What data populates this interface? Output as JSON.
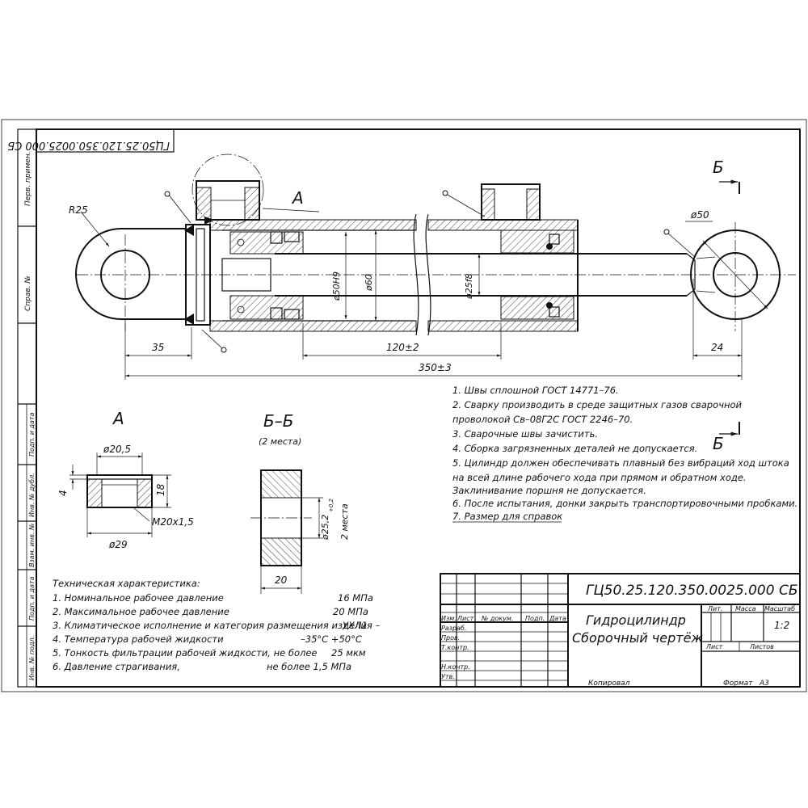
{
  "drawing": {
    "code": "ГЦ50.25.120.350.0025.000 СБ",
    "code_rotated": "ГЦ50.25.120.350.0025.000 СБ",
    "title_line1": "Гидроцилиндр",
    "title_line2": "Сборочный чертёж",
    "scale": "1:2",
    "format_label": "Формат",
    "format_value": "А3",
    "copied_label": "Копировал"
  },
  "side_strip": [
    "Перв. примен.",
    "Справ. №",
    "Подп. и дата",
    "Инв. № дубл.",
    "Взам. инв. №",
    "Подп. и дата",
    "Инв. № подл."
  ],
  "title_block": {
    "headers": [
      "Изм.",
      "Лист",
      "№ докум.",
      "Подп.",
      "Дата"
    ],
    "roles": [
      "Разраб.",
      "Пров.",
      "Т.контр.",
      "Н.контр.",
      "Утв."
    ],
    "lit": "Лит.",
    "mass": "Масса",
    "scale_h": "Масштаб",
    "sheet": "Лист",
    "sheets": "Листов"
  },
  "main_view": {
    "section_label_A": "А",
    "section_label_B": "Б",
    "dims": {
      "r25": "R25",
      "d50": "ø50",
      "d50h9": "ø50H9",
      "d60": "ø60",
      "d25f8": "ø25f8",
      "d35": "35",
      "d120": "120±2",
      "d350": "350±3",
      "d24": "24"
    }
  },
  "detail_A": {
    "title": "А",
    "d20_5": "ø20,5",
    "d4": "4",
    "d18": "18",
    "thread": "M20x1,5",
    "d29": "ø29"
  },
  "detail_B": {
    "title": "Б–Б",
    "subtitle": "(2 места)",
    "d25_2": "ø25,2",
    "tol": "+0,2",
    "places": "2 места",
    "w20": "20"
  },
  "notes": [
    "1. Швы сплошной  ГОСТ 14771–76.",
    "2.  Сварку  производить  в  среде  защитных  газов  сварочной",
    "проволокой Св–08Г2С   ГОСТ 2246–70.",
    "3. Сварочные швы зачистить.",
    "4. Сборка загрязненных деталей не допускается.",
    "5. Цилиндр должен обеспечивать плавный без вибраций ход штока",
    "на  всей  длине  рабочего  хода   при  прямом  и  обратном  ходе.",
    "Заклинивание поршня не допускается.",
    "6. После испытания, донки закрыть транспортировочными пробками.",
    "7. Размер для справок"
  ],
  "specs": {
    "heading": "Техническая характеристика:",
    "rows": [
      {
        "label": "1. Номинальное рабочее давление",
        "value": "16 МПа"
      },
      {
        "label": "2. Максимальное рабочее давление",
        "value": "20 МПа"
      },
      {
        "label": "3. Климатическое исполнение и категория размещения изделия –",
        "value": "УХЛ1"
      },
      {
        "label": "4. Температура рабочей жидкости",
        "value": "–35°С +50°С"
      },
      {
        "label": "5. Тонкость фильтрации рабочей жидкости, не более",
        "value": "25 мкм"
      },
      {
        "label": "6. Давление страгивания,",
        "value": "не более     1,5 МПа"
      }
    ]
  }
}
